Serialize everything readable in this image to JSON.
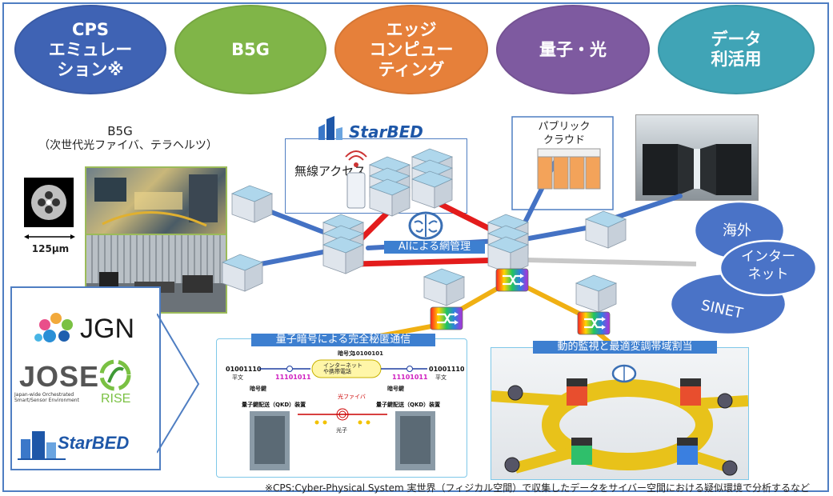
{
  "colors": {
    "cps": "#3f63b4",
    "b5g": "#80b548",
    "edge": "#e6803a",
    "quantum": "#7e5aa0",
    "data": "#40a4b6",
    "net_blue": "#4472c4",
    "net_red": "#e31c1c",
    "net_orange": "#f0b013",
    "net_gray": "#c8c8c8"
  },
  "themes": [
    {
      "id": "cps",
      "label": "CPS\nエミュレー\nション※"
    },
    {
      "id": "b5g",
      "label": "B5G"
    },
    {
      "id": "edge",
      "label": "エッジ\nコンピュー\nティング"
    },
    {
      "id": "quantum",
      "label": "量子・光"
    },
    {
      "id": "data",
      "label": "データ\n利活用"
    }
  ],
  "b5g_caption": {
    "title": "B5G",
    "subtitle": "（次世代光ファイバ、テラヘルツ）"
  },
  "fiber_scale": "125μm",
  "testbeds": {
    "jgn": "JGN",
    "jose": "JOSE",
    "jose_sub": "Japan-wide Orchestrated\nSmart/Sensor Environment",
    "rise": "RISE",
    "starbed": "StarBED"
  },
  "starbed_label": "StarBED",
  "wireless": "無線アクセス",
  "public_cloud": "パブリック\nクラウド",
  "ai_net": "AIによる網管理",
  "internet_cloud": {
    "overseas": "海外",
    "internet": "インター\nネット",
    "sinet": "SINET"
  },
  "quantum_box": {
    "title": "量子暗号による完全秘匿通信",
    "cipher_label": "暗号文",
    "cipher_bits": "10100101",
    "left_plain_bits": "01001110",
    "left_plain_label": "平文",
    "right_plain_bits": "01001110",
    "right_plain_label": "平文",
    "key_label_left": "暗号鍵",
    "key_bits_left": "11101011",
    "key_label_right": "暗号鍵",
    "key_bits_right": "11101011",
    "channel": "インターネット\nや携帯電話",
    "qkd_left": "量子鍵配送（QKD）装置",
    "qkd_right": "量子鍵配送（QKD）装置",
    "fiber": "光ファイバ",
    "photon": "光子"
  },
  "monitor_box": {
    "title": "動的監視と最適変調帯域割当"
  },
  "footnote": "※CPS:Cyber-Physical System 実世界（フィジカル空間）で収集したデータをサイバー空間における疑似環境で分析するなど"
}
